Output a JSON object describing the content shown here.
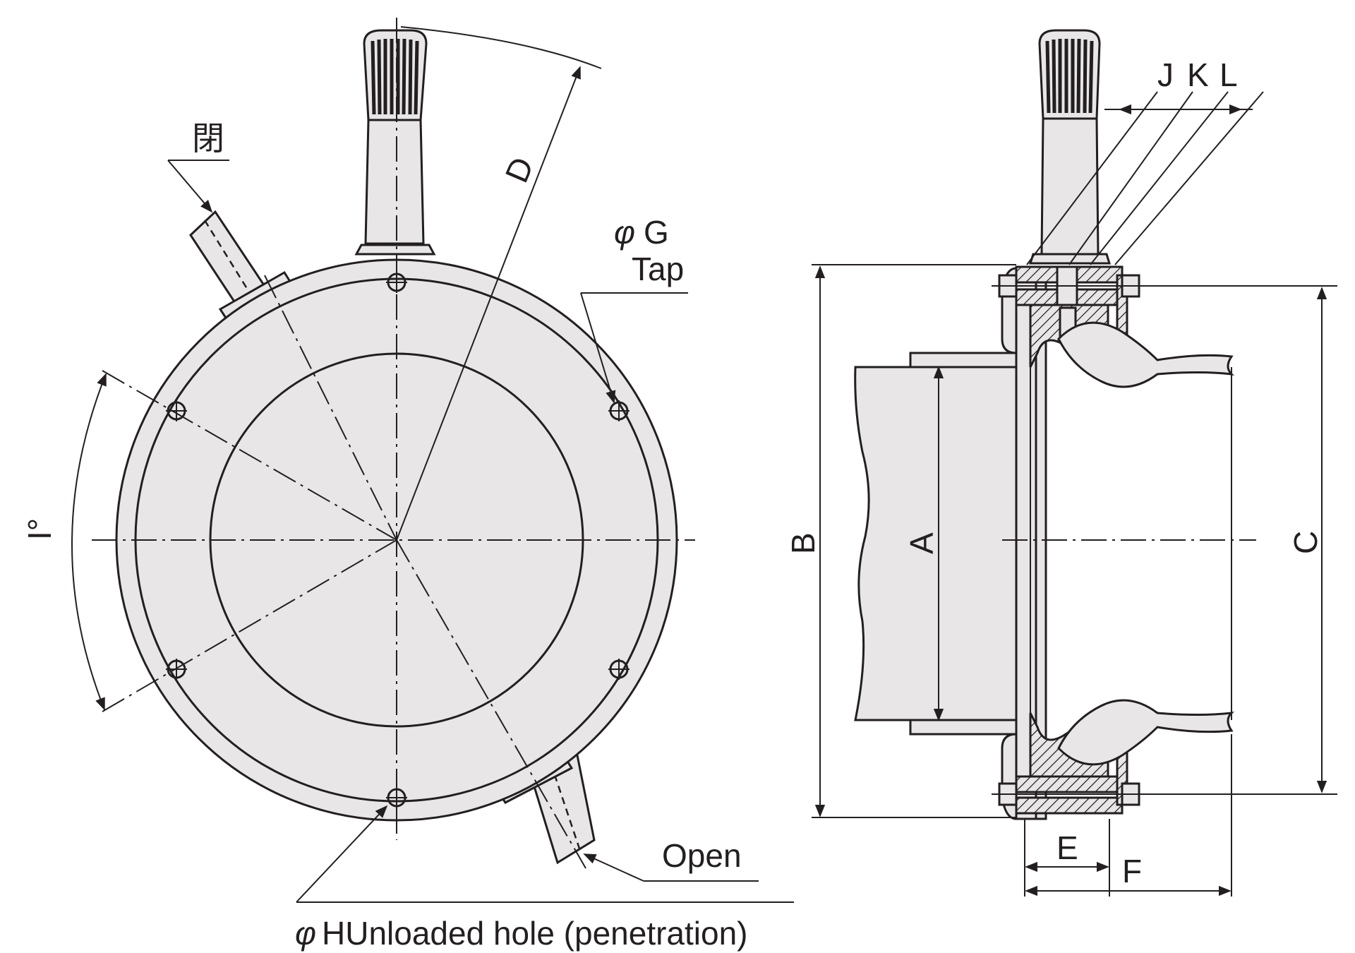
{
  "front_view": {
    "label_close": "閉",
    "label_open": "Open",
    "label_tap": "Tap",
    "label_g": "G",
    "label_h": "HUnloaded hole (penetration)",
    "label_phi": "φ",
    "label_d": "D",
    "label_i_deg": "I°"
  },
  "side_view": {
    "label_a": "A",
    "label_b": "B",
    "label_c": "C",
    "label_e": "E",
    "label_f": "F",
    "label_j": "J",
    "label_k": "K",
    "label_l": "L"
  }
}
